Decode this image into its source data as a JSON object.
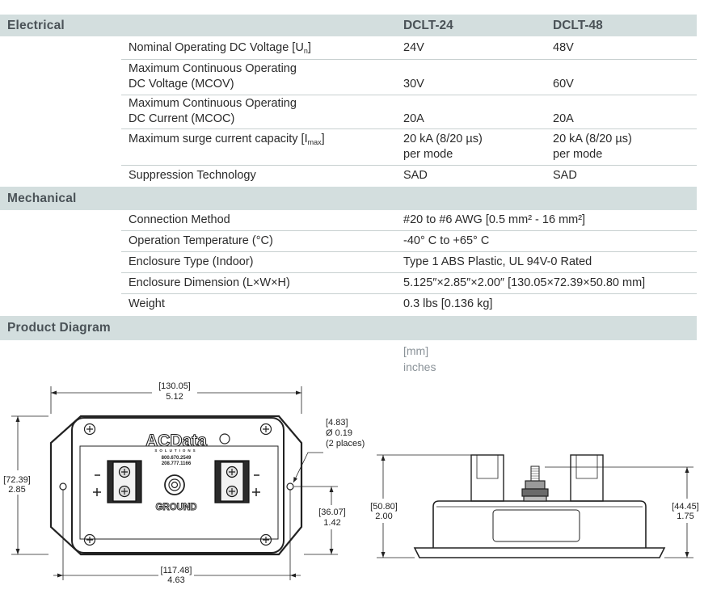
{
  "electrical": {
    "title": "Electrical",
    "col_a": "DCLT-24",
    "col_b": "DCLT-48",
    "rows": [
      {
        "label": "Nominal Operating DC Voltage [U",
        "label_sub": "n",
        "label_end": "]",
        "a": "24V",
        "b": "48V"
      },
      {
        "label_line1": "Maximum Continuous Operating",
        "label_line2": "DC Voltage (MCOV)",
        "a": "30V",
        "b": "60V"
      },
      {
        "label_line1": "Maximum Continuous Operating",
        "label_line2": "DC Current (MCOC)",
        "a": "20A",
        "b": "20A"
      },
      {
        "label": "Maximum surge current capacity [I",
        "label_sub": "max",
        "label_end": "]",
        "a_line1": "20 kA (8/20 µs)",
        "a_line2": "per mode",
        "b_line1": "20 kA (8/20 µs)",
        "b_line2": "per mode"
      },
      {
        "label": "Suppression Technology",
        "a": "SAD",
        "b": "SAD"
      }
    ]
  },
  "mechanical": {
    "title": "Mechanical",
    "rows": [
      {
        "label": "Connection Method",
        "value": "#20 to #6 AWG [0.5 mm² - 16 mm²]"
      },
      {
        "label": "Operation Temperature (°C)",
        "value": "-40° C to +65° C"
      },
      {
        "label": "Enclosure Type (Indoor)",
        "value": "Type 1 ABS Plastic, UL 94V-0 Rated"
      },
      {
        "label": "Enclosure Dimension (L×W×H)",
        "value": "5.125″×2.85″×2.00″ [130.05×72.39×50.80 mm]"
      },
      {
        "label": "Weight",
        "value": "0.3 lbs [0.136 kg]"
      }
    ]
  },
  "diagram": {
    "title": "Product Diagram",
    "units_mm": "[mm]",
    "units_in": "inches",
    "brand": "ACData",
    "brand_sub": "SOLUTIONS",
    "phone1": "800.670.2549",
    "phone2": "208.777.1166",
    "ground_label": "GROUND",
    "dims": {
      "width_mm": "[130.05]",
      "width_in": "5.12",
      "height_mm": "[72.39]",
      "height_in": "2.85",
      "hole_mm": "[4.83]",
      "hole_in": "Ø 0.19",
      "hole_note": "(2 places)",
      "hole_spacing_mm": "[117.48]",
      "hole_spacing_in": "4.63",
      "hole_offset_mm": "[36.07]",
      "hole_offset_in": "1.42",
      "overall_height_mm": "[50.80]",
      "overall_height_in": "2.00",
      "body_height_mm": "[44.45]",
      "body_height_in": "1.75"
    }
  }
}
